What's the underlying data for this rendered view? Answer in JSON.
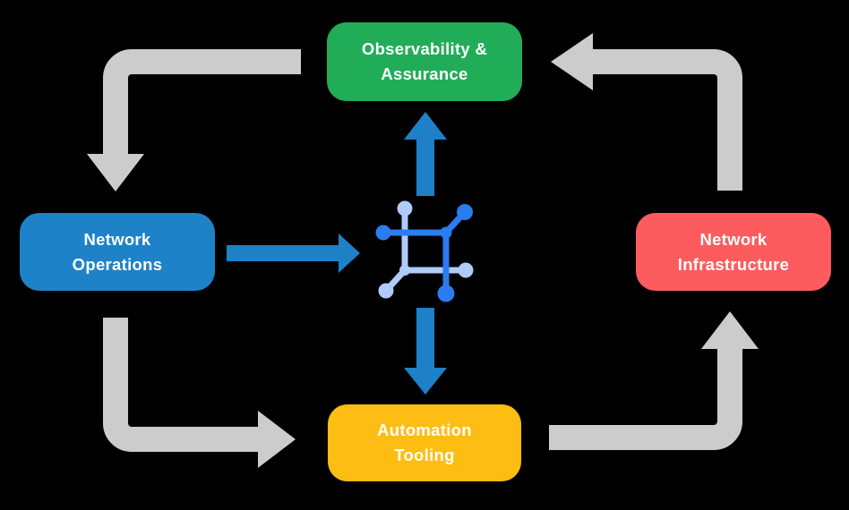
{
  "colors": {
    "background": "#000000",
    "node-green": "#21ad57",
    "node-blue": "#1e82c8",
    "node-red": "#fd5c5e",
    "node-yellow": "#febd12",
    "node-text": "#ffffff",
    "arrow-gray": "#cccccc",
    "arrow-blue": "#1e81c8",
    "icon-blue": "#2b7cf0",
    "icon-light-blue": "#aecbfa"
  },
  "nodes": {
    "observability": {
      "label": "Observability &\nAssurance"
    },
    "operations": {
      "label": "Network\nOperations"
    },
    "infrastructure": {
      "label": "Network\nInfrastructure"
    },
    "tooling": {
      "label": "Automation\nTooling"
    }
  },
  "center_icon": "network-automation-icon",
  "flows": [
    {
      "from": "Observability & Assurance",
      "to": "Network Operations",
      "style": "gray-cycle"
    },
    {
      "from": "Network Operations",
      "to": "Automation Tooling",
      "style": "gray-cycle"
    },
    {
      "from": "Automation Tooling",
      "to": "Network Infrastructure",
      "style": "gray-cycle"
    },
    {
      "from": "Network Infrastructure",
      "to": "Observability & Assurance",
      "style": "gray-cycle"
    },
    {
      "from": "Network Operations",
      "to": "center-icon",
      "style": "blue"
    },
    {
      "from": "center-icon",
      "to": "Observability & Assurance",
      "style": "blue"
    },
    {
      "from": "center-icon",
      "to": "Automation Tooling",
      "style": "blue"
    }
  ]
}
